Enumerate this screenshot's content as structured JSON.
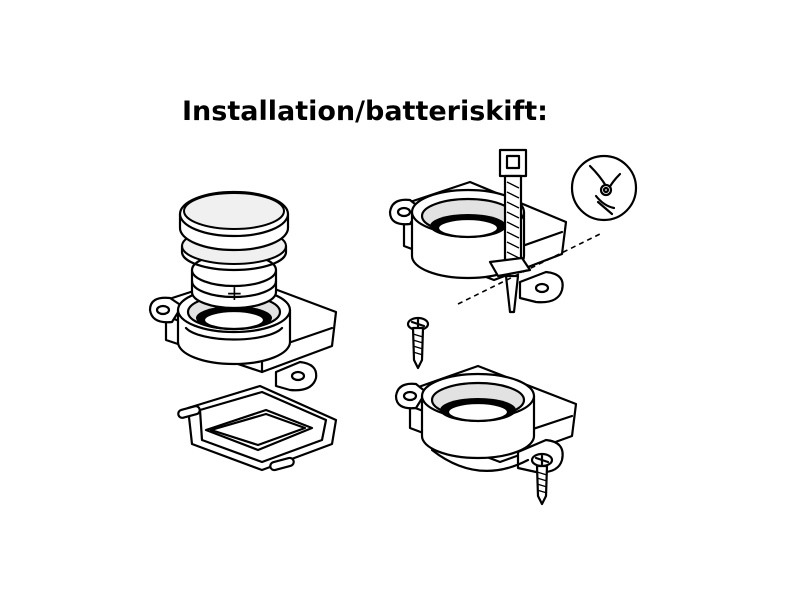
{
  "title": "Installation/batteriskift:",
  "battery_polarity_mark": "+",
  "colors": {
    "line": "#000000",
    "background": "#ffffff",
    "shade": "#e2e2e2"
  },
  "steps": [
    {
      "name": "battery-replacement",
      "parts": [
        "cap",
        "gasket",
        "coin-battery",
        "sensor-housing",
        "adhesive-pad"
      ]
    },
    {
      "name": "cable-tie-mounting",
      "parts": [
        "sensor-housing",
        "cable-tie",
        "side-cutter-detail"
      ]
    },
    {
      "name": "screw-mounting",
      "parts": [
        "screw",
        "sensor-housing",
        "screw-in-hole"
      ]
    }
  ]
}
